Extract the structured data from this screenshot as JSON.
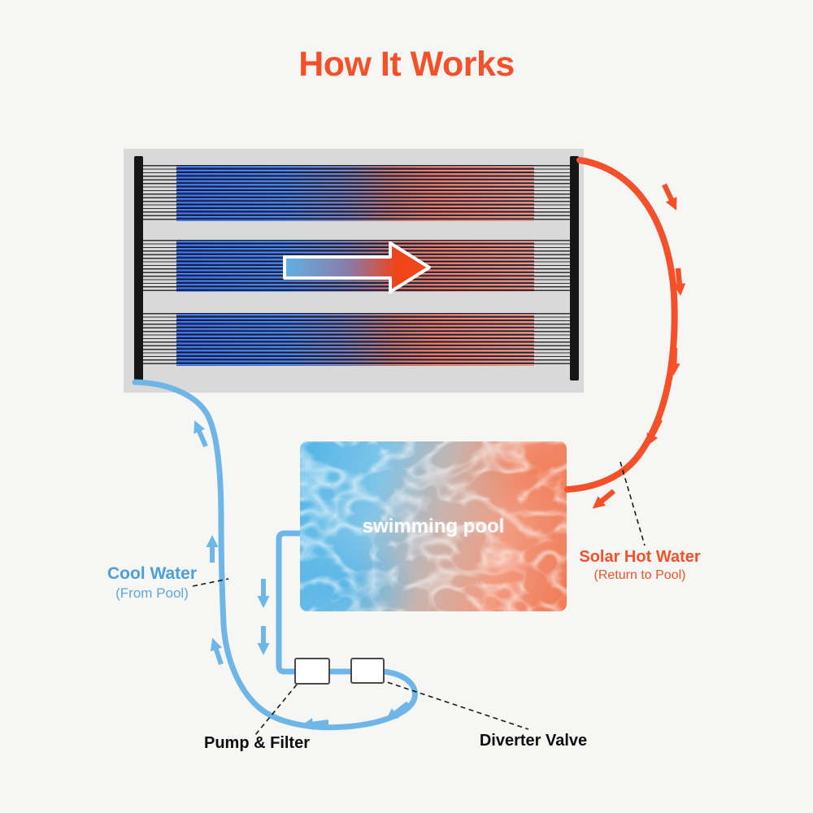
{
  "title": "How It Works",
  "pool": {
    "label": "swimming pool"
  },
  "labels": {
    "cool_water": {
      "title": "Cool Water",
      "subtitle": "(From Pool)"
    },
    "solar_hot_water": {
      "title": "Solar Hot Water",
      "subtitle": "(Return to Pool)"
    },
    "pump_filter": "Pump & Filter",
    "diverter_valve": "Diverter Valve"
  },
  "icons": {
    "flow_arrow": "blue-to-red-gradient-arrow",
    "pipe_flow_arrows": "directional-flow-arrows"
  },
  "colors": {
    "accent_orange": "#F4502A",
    "pipe_blue": "#6FB6E8",
    "label_blue": "#4BA0DC",
    "label_blue_light": "#5FA8DC",
    "panel_gray": "#D9D9D9",
    "background": "#F6F6F4",
    "text_dark": "#0D0D0D",
    "pool_blue": "#4FB5E8",
    "pool_orange": "#EF7A55"
  }
}
